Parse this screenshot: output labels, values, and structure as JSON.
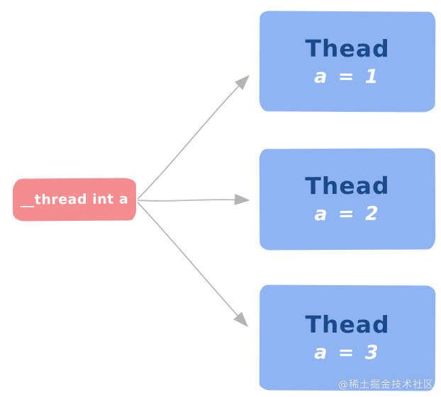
{
  "diagram": {
    "source": {
      "label": "__thread int a"
    },
    "threads": [
      {
        "title": "Thead",
        "value": "a = 1"
      },
      {
        "title": "Thead",
        "value": "a = 2"
      },
      {
        "title": "Thead",
        "value": "a = 3"
      }
    ],
    "watermark": "@稀土掘金技术社区",
    "colors": {
      "background": "#FFFFFF",
      "source_fill": "#F38D90",
      "source_text": "#FFFFFF",
      "thread_fill": "#8FB4F1",
      "thread_title_text": "#1A4A8C",
      "thread_value_text": "#FFFFFF",
      "arrow": "#B4B4B4"
    }
  }
}
